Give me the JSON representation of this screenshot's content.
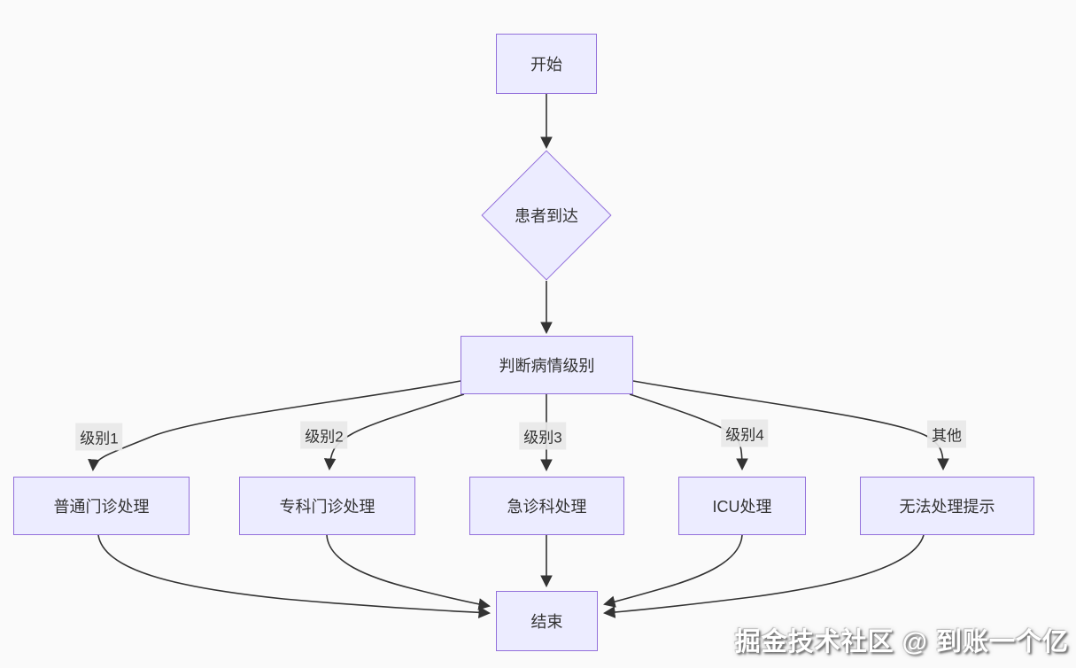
{
  "diagram": {
    "type": "flowchart",
    "nodes": {
      "start": {
        "label": "开始",
        "shape": "rect"
      },
      "arrive": {
        "label": "患者到达",
        "shape": "diamond"
      },
      "decision": {
        "label": "判断病情级别",
        "shape": "rect"
      },
      "general": {
        "label": "普通门诊处理",
        "shape": "rect"
      },
      "specialist": {
        "label": "专科门诊处理",
        "shape": "rect"
      },
      "emergency": {
        "label": "急诊科处理",
        "shape": "rect"
      },
      "icu": {
        "label": "ICU处理",
        "shape": "rect"
      },
      "unable": {
        "label": "无法处理提示",
        "shape": "rect"
      },
      "end": {
        "label": "结束",
        "shape": "rect"
      }
    },
    "edge_labels": {
      "level1": "级别1",
      "level2": "级别2",
      "level3": "级别3",
      "level4": "级别4",
      "other": "其他"
    },
    "edges": [
      {
        "from": "start",
        "to": "arrive",
        "label": ""
      },
      {
        "from": "arrive",
        "to": "decision",
        "label": ""
      },
      {
        "from": "decision",
        "to": "general",
        "label": "级别1"
      },
      {
        "from": "decision",
        "to": "specialist",
        "label": "级别2"
      },
      {
        "from": "decision",
        "to": "emergency",
        "label": "级别3"
      },
      {
        "from": "decision",
        "to": "icu",
        "label": "级别4"
      },
      {
        "from": "decision",
        "to": "unable",
        "label": "其他"
      },
      {
        "from": "general",
        "to": "end",
        "label": ""
      },
      {
        "from": "specialist",
        "to": "end",
        "label": ""
      },
      {
        "from": "emergency",
        "to": "end",
        "label": ""
      },
      {
        "from": "icu",
        "to": "end",
        "label": ""
      },
      {
        "from": "unable",
        "to": "end",
        "label": ""
      }
    ],
    "colors": {
      "node_fill": "#ECECFF",
      "node_border": "#9370DB",
      "edge_line": "#333333",
      "edge_label_bg": "#E8E8E8",
      "text": "#333333"
    }
  },
  "watermark": {
    "text": "掘金技术社区 @ 到账一个亿"
  }
}
